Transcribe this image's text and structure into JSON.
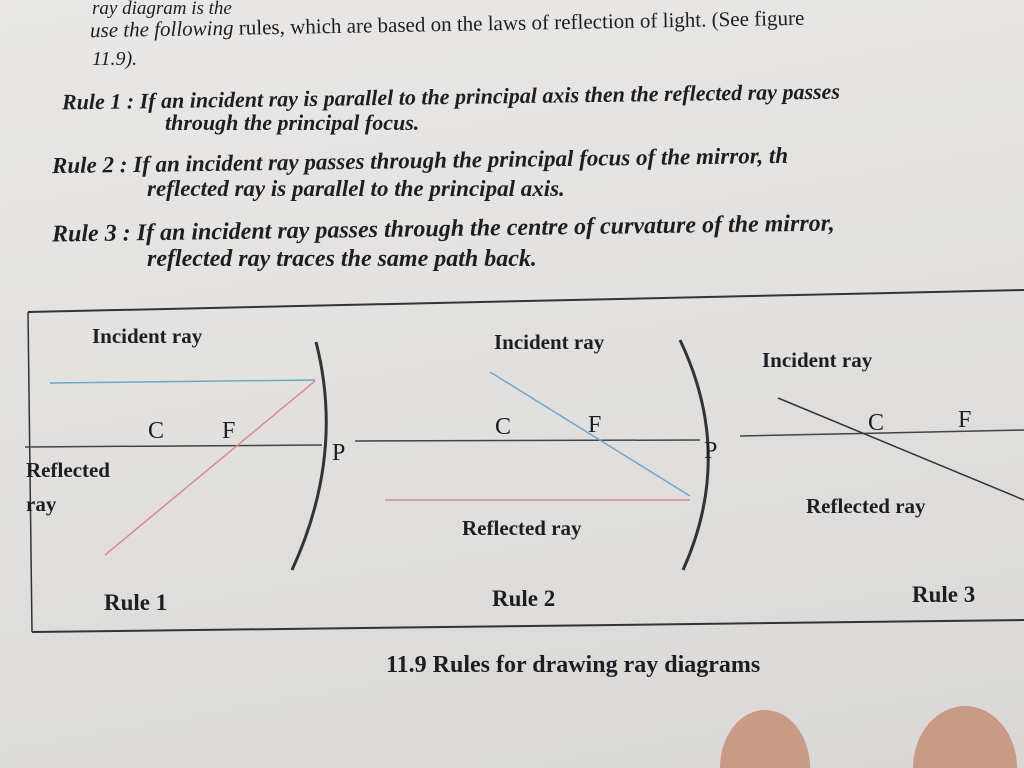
{
  "intro": {
    "line1": "ray diagram is the",
    "line2_prefix": "use the following",
    "line2_rest": "rules, which are based on the laws of reflection of light. (See figure",
    "line3": "11.9)."
  },
  "rules": [
    {
      "label": "Rule 1",
      "text1": ": If an incident ray is parallel to the principal axis then the reflected ray passes",
      "text2": "through the principal focus."
    },
    {
      "label": "Rule 2",
      "text1": ": If an incident ray passes through the principal focus of the mirror, th",
      "text2": "reflected ray is parallel to the principal axis."
    },
    {
      "label": "Rule 3",
      "text1": ": If an incident ray passes through the centre of curvature of the mirror,",
      "text2": "reflected ray traces the same path back."
    }
  ],
  "figure": {
    "diagram1": {
      "incident": "Incident ray",
      "reflected1": "Reflected",
      "reflected2": "ray",
      "c": "C",
      "f": "F",
      "p": "P",
      "caption": "Rule 1"
    },
    "diagram2": {
      "incident": "Incident ray",
      "reflected": "Reflected ray",
      "c": "C",
      "f": "F",
      "p": "P",
      "caption": "Rule 2"
    },
    "diagram3": {
      "incident": "Incident ray",
      "reflected": "Reflected ray",
      "c": "C",
      "f": "F",
      "caption": "Rule 3"
    },
    "caption": "11.9 Rules for drawing ray diagrams"
  },
  "colors": {
    "incident_ray": "#6fa6cc",
    "reflected_ray": "#d98a8a",
    "ink": "#1e1e22"
  }
}
